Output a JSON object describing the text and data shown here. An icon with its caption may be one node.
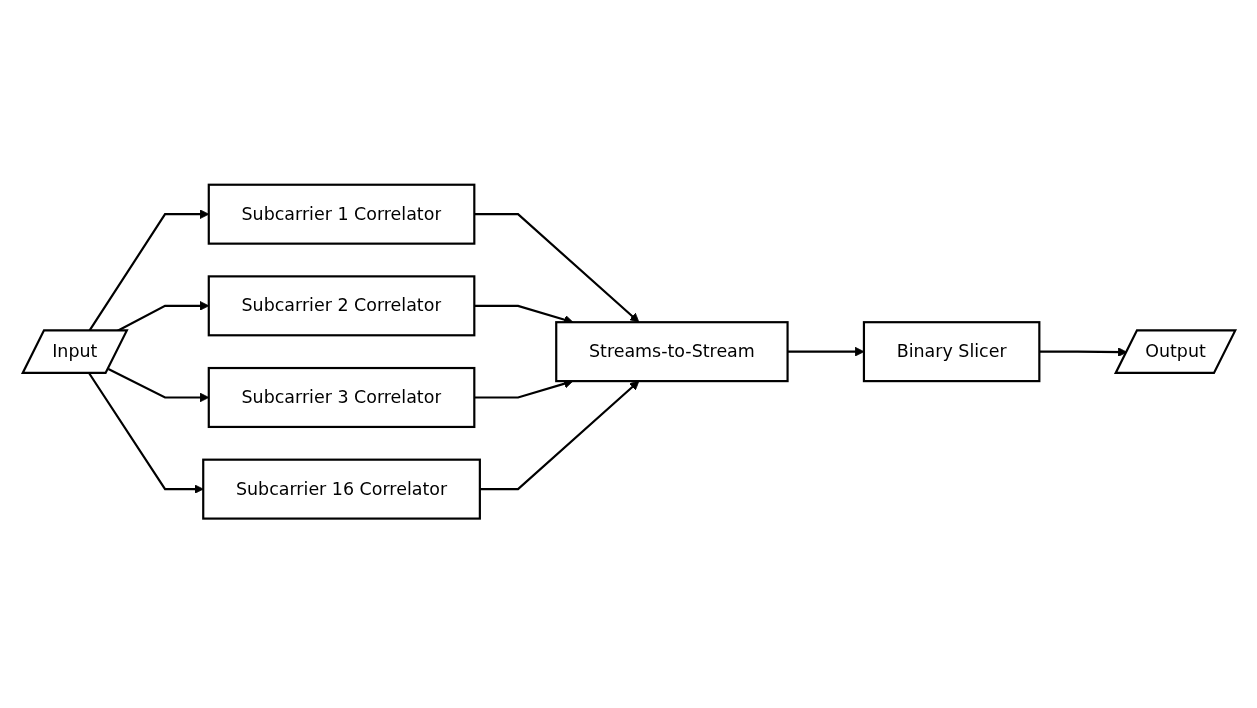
{
  "diagram": {
    "nodes": [
      {
        "text": [
          "Input"
        ]
      },
      {
        "text": [
          "Subcarrier 1 Correlator"
        ]
      },
      {
        "text": [
          "Subcarrier 2 Correlator"
        ]
      },
      {
        "text": [
          "Subcarrier 3 Correlator"
        ]
      },
      {
        "text": [
          "Subcarrier 16 Correlator"
        ]
      },
      {
        "text": [
          "Streams-to-Stream"
        ]
      },
      {
        "text": [
          "Binary Slicer"
        ]
      },
      {
        "text": [
          "Output"
        ]
      }
    ],
    "edges": [
      {
        "from": 0,
        "to": 1,
        "arrow": "to"
      },
      {
        "from": 0,
        "to": 2,
        "arrow": "to"
      },
      {
        "from": 0,
        "to": 3,
        "arrow": "to"
      },
      {
        "from": 0,
        "to": 4,
        "arrow": "to"
      },
      {
        "from": 1,
        "to": 5,
        "arrow": "to"
      },
      {
        "from": 2,
        "to": 5,
        "arrow": "to"
      },
      {
        "from": 3,
        "to": 5,
        "arrow": "to"
      },
      {
        "from": 4,
        "to": 5,
        "arrow": "to"
      },
      {
        "from": 5,
        "to": 6,
        "arrow": "to"
      },
      {
        "from": 6,
        "to": 7,
        "arrow": "to"
      }
    ]
  }
}
